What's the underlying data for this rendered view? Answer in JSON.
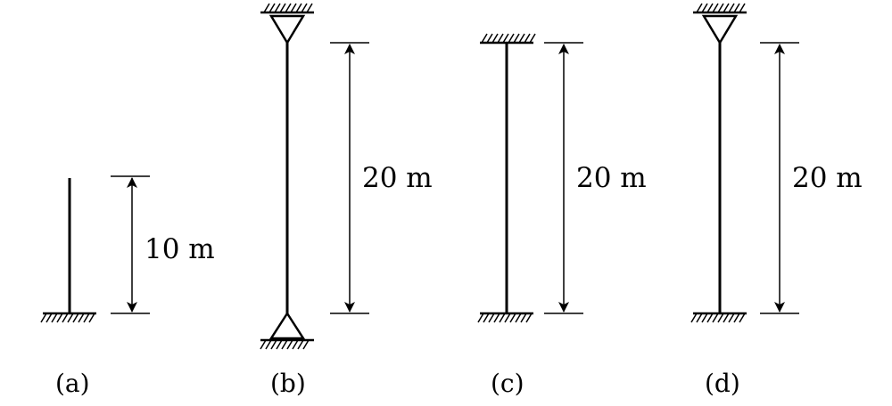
{
  "columns": [
    {
      "caption": "(a)",
      "length_label": "10 m",
      "top_support": "free",
      "bottom_support": "fixed"
    },
    {
      "caption": "(b)",
      "length_label": "20 m",
      "top_support": "pinned",
      "bottom_support": "pinned"
    },
    {
      "caption": "(c)",
      "length_label": "20 m",
      "top_support": "fixed",
      "bottom_support": "fixed"
    },
    {
      "caption": "(d)",
      "length_label": "20 m",
      "top_support": "pinned",
      "bottom_support": "fixed"
    }
  ]
}
